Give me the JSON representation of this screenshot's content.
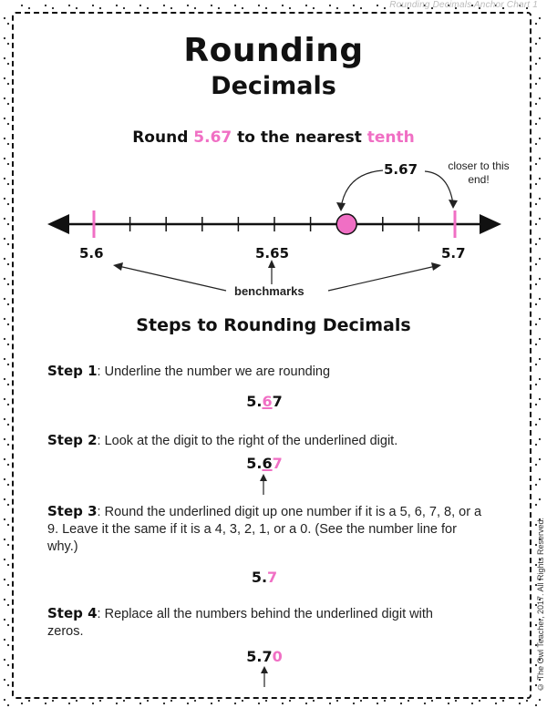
{
  "header": {
    "corner_note": "Rounding Decimals Anchor Chart 1"
  },
  "title": {
    "line1": "Rounding",
    "line2": "Decimals"
  },
  "subtitle": {
    "prefix": "Round",
    "number": "5.67",
    "middle": "to the nearest",
    "place": "tenth"
  },
  "number_line": {
    "value_label": "5.67",
    "closer_note": "closer to this end!",
    "left_label": "5.6",
    "mid_label": "5.65",
    "right_label": "5.7",
    "benchmarks_label": "benchmarks",
    "point_value": 5.67,
    "min": 5.6,
    "max": 5.7,
    "point_color": "#f06fc4",
    "accent_color": "#f06fc4"
  },
  "steps_title": "Steps to Rounding Decimals",
  "steps": [
    {
      "label": "Step 1",
      "text": ":  Underline the number we are rounding",
      "num_a": "5.",
      "num_b": "6",
      "num_c": "7"
    },
    {
      "label": "Step 2",
      "text": ":  Look at the digit to the right of the underlined digit.",
      "num_a": "5.",
      "num_b": "6",
      "num_c": "7"
    },
    {
      "label": "Step 3",
      "text": ": Round the underlined digit up one number if it is a 5, 6, 7, 8, or a 9.  Leave it the same if it is a 4, 3, 2, 1, or a 0. (See the number line for why.)",
      "num_a": "5.",
      "num_b": "7"
    },
    {
      "label": "Step 4",
      "text": ":  Replace all the numbers behind the underlined digit with zeros.",
      "num_a": "5.7",
      "num_b": "0"
    }
  ],
  "footer": {
    "copyright": "© The Owl Teacher, 2017.  All Rights Reserved."
  }
}
